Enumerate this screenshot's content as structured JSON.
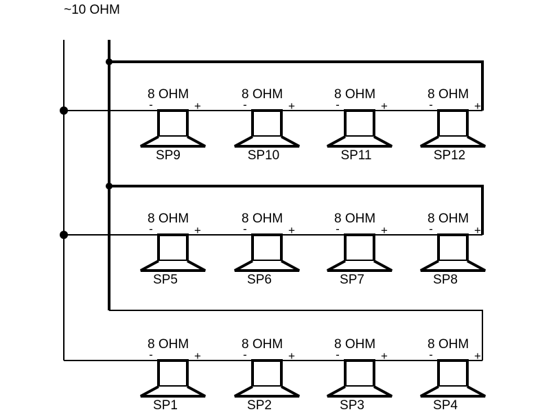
{
  "diagram": {
    "title": "~10 OHM",
    "kind": "speaker-wiring-schematic",
    "impedance_label": "8 OHM",
    "terminal_negative": "-",
    "terminal_positive": "+",
    "colors": {
      "wire": "#000000",
      "background": "#ffffff",
      "node": "#000000"
    },
    "rows": [
      {
        "row_id": "row-top",
        "speakers": [
          {
            "name": "SP9",
            "impedance": "8 OHM",
            "neg": "-",
            "pos": "+"
          },
          {
            "name": "SP10",
            "impedance": "8 OHM",
            "neg": "-",
            "pos": "+"
          },
          {
            "name": "SP11",
            "impedance": "8 OHM",
            "neg": "-",
            "pos": "+"
          },
          {
            "name": "SP12",
            "impedance": "8 OHM",
            "neg": "-",
            "pos": "+"
          }
        ]
      },
      {
        "row_id": "row-middle",
        "speakers": [
          {
            "name": "SP5",
            "impedance": "8 OHM",
            "neg": "-",
            "pos": "+"
          },
          {
            "name": "SP6",
            "impedance": "8 OHM",
            "neg": "-",
            "pos": "+"
          },
          {
            "name": "SP7",
            "impedance": "8 OHM",
            "neg": "-",
            "pos": "+"
          },
          {
            "name": "SP8",
            "impedance": "8 OHM",
            "neg": "-",
            "pos": "+"
          }
        ]
      },
      {
        "row_id": "row-bottom",
        "speakers": [
          {
            "name": "SP1",
            "impedance": "8 OHM",
            "neg": "-",
            "pos": "+"
          },
          {
            "name": "SP2",
            "impedance": "8 OHM",
            "neg": "-",
            "pos": "+"
          },
          {
            "name": "SP3",
            "impedance": "8 OHM",
            "neg": "-",
            "pos": "+"
          },
          {
            "name": "SP4",
            "impedance": "8 OHM",
            "neg": "-",
            "pos": "+"
          }
        ]
      }
    ]
  }
}
